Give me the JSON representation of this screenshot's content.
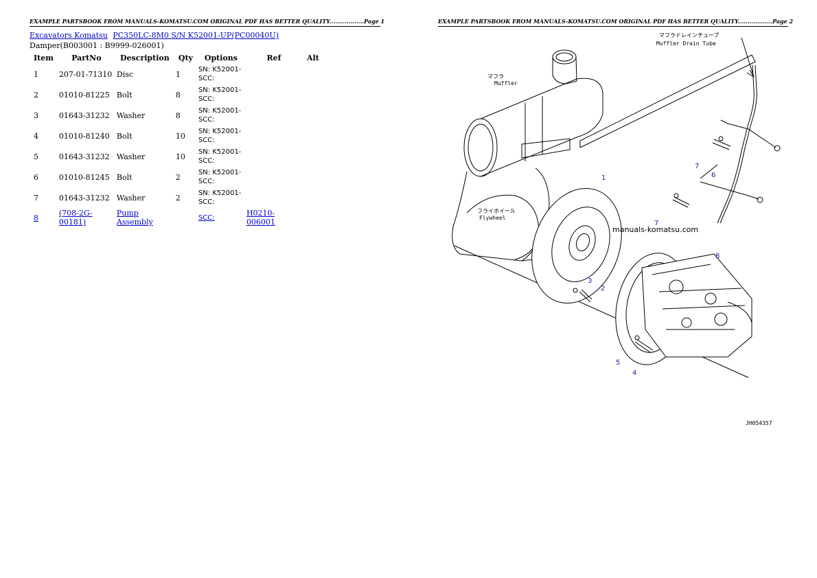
{
  "header": {
    "page1": "EXAMPLE PARTSBOOK FROM MANUALS-KOMATSU.COM ORIGINAL PDF HAS BETTER QUALITY..................Page 1",
    "page2": "EXAMPLE PARTSBOOK FROM MANUALS-KOMATSU.COM ORIGINAL PDF HAS BETTER QUALITY..................Page 2"
  },
  "breadcrumb": {
    "category": "Excavators Komatsu",
    "model": "PC350LC-8M0 S/N K52001-UP(PC00040U)"
  },
  "section_title": "Damper(B003001 : B9999-026001)",
  "table": {
    "columns": [
      "Item",
      "PartNo",
      "Description",
      "Qty",
      "Options",
      "Ref",
      "Alt"
    ],
    "rows": [
      {
        "item": "1",
        "partno": "207-01-71310",
        "desc": "Disc",
        "qty": "1",
        "options": "SN: K52001-\nSCC:",
        "ref": "",
        "alt": ""
      },
      {
        "item": "2",
        "partno": "01010-81225",
        "desc": "Bolt",
        "qty": "8",
        "options": "SN: K52001-\nSCC:",
        "ref": "",
        "alt": ""
      },
      {
        "item": "3",
        "partno": "01643-31232",
        "desc": "Washer",
        "qty": "8",
        "options": "SN: K52001-\nSCC:",
        "ref": "",
        "alt": ""
      },
      {
        "item": "4",
        "partno": "01010-81240",
        "desc": "Bolt",
        "qty": "10",
        "options": "SN: K52001-\nSCC:",
        "ref": "",
        "alt": ""
      },
      {
        "item": "5",
        "partno": "01643-31232",
        "desc": "Washer",
        "qty": "10",
        "options": "SN: K52001-\nSCC:",
        "ref": "",
        "alt": ""
      },
      {
        "item": "6",
        "partno": "01010-81245",
        "desc": "Bolt",
        "qty": "2",
        "options": "SN: K52001-\nSCC:",
        "ref": "",
        "alt": ""
      },
      {
        "item": "7",
        "partno": "01643-31232",
        "desc": "Washer",
        "qty": "2",
        "options": "SN: K52001-\nSCC:",
        "ref": "",
        "alt": ""
      },
      {
        "item": "8",
        "partno": "(708-2G-00181)",
        "desc": "Pump Assembly",
        "qty": "",
        "options": "SCC:",
        "ref": "H0210-006001",
        "alt": "",
        "link": true
      }
    ]
  },
  "diagram": {
    "labels": {
      "muffler_jp": "マフラ",
      "muffler_en": "Muffler",
      "drain_jp": "マフラドレインチューブ",
      "drain_en": "Muffler Drain Tube",
      "flywheel_jp": "フライホイール",
      "flywheel_en": "Flywheel",
      "watermark": "manuals-komatsu.com",
      "figure_code": "JH054357"
    },
    "callouts": [
      "1",
      "2",
      "3",
      "4",
      "5",
      "6",
      "7",
      "7",
      "8"
    ]
  },
  "colors": {
    "link": "#0000cc",
    "callout": "#1a1aa6"
  }
}
